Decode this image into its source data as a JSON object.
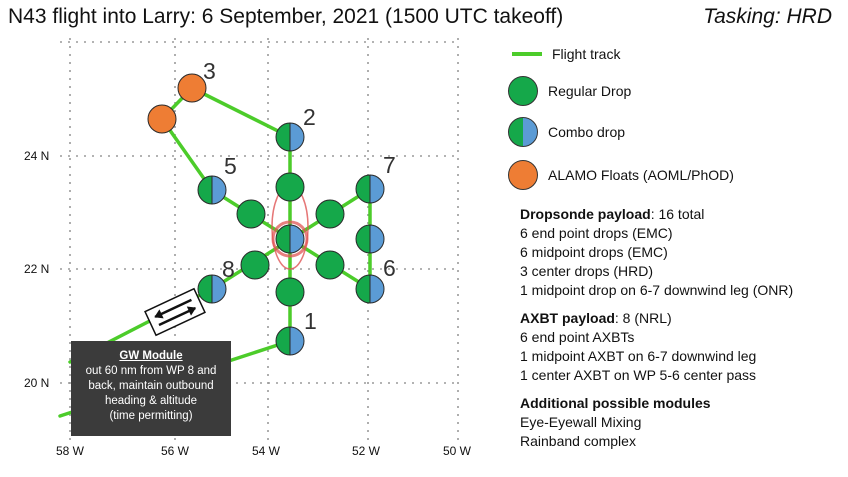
{
  "title": "N43 flight into Larry: 6 September, 2021 (1500 UTC takeoff)",
  "tasking": "Tasking: HRD",
  "colors": {
    "track": "#4ccc2a",
    "regular": "#15a84a",
    "combo_left": "#15a84a",
    "combo_right": "#5b9bd5",
    "alamo": "#ee7d34",
    "center_ring": "#e05555",
    "gw_box": "#3b3b3b"
  },
  "axes": {
    "lat_labels": [
      "24 N",
      "22 N",
      "20 N"
    ],
    "lon_labels": [
      "58 W",
      "56 W",
      "54 W",
      "52 W",
      "50 W"
    ]
  },
  "waypoints": {
    "wp1": "1",
    "wp2": "2",
    "wp3": "3",
    "wp5": "5",
    "wp6": "6",
    "wp7": "7",
    "wp8": "8"
  },
  "gw_module": {
    "title": "GW Module",
    "lines": [
      "out 60 nm from WP 8 and",
      "back,  maintain outbound",
      "heading & altitude",
      "(time permitting)"
    ]
  },
  "legend": {
    "flight_track": "Flight track",
    "regular_drop": "Regular Drop",
    "combo_drop": "Combo drop",
    "alamo": "ALAMO Floats (AOML/PhOD)"
  },
  "dropsonde": {
    "heading": "Dropsonde payload",
    "count": ": 16 total",
    "lines": [
      "6 end point drops (EMC)",
      "6 midpoint drops (EMC)",
      "3 center drops (HRD)",
      "1 midpoint drop on 6-7 downwind leg (ONR)"
    ]
  },
  "axbt": {
    "heading": "AXBT payload",
    "count": ": 8 (NRL)",
    "lines": [
      "6 end point AXBTs",
      "1 midpoint AXBT on 6-7 downwind leg",
      "1 center AXBT on WP 5-6 center pass"
    ]
  },
  "modules": {
    "heading": "Additional possible modules",
    "lines": [
      "Eye-Eyewall Mixing",
      "Rainband complex"
    ]
  }
}
